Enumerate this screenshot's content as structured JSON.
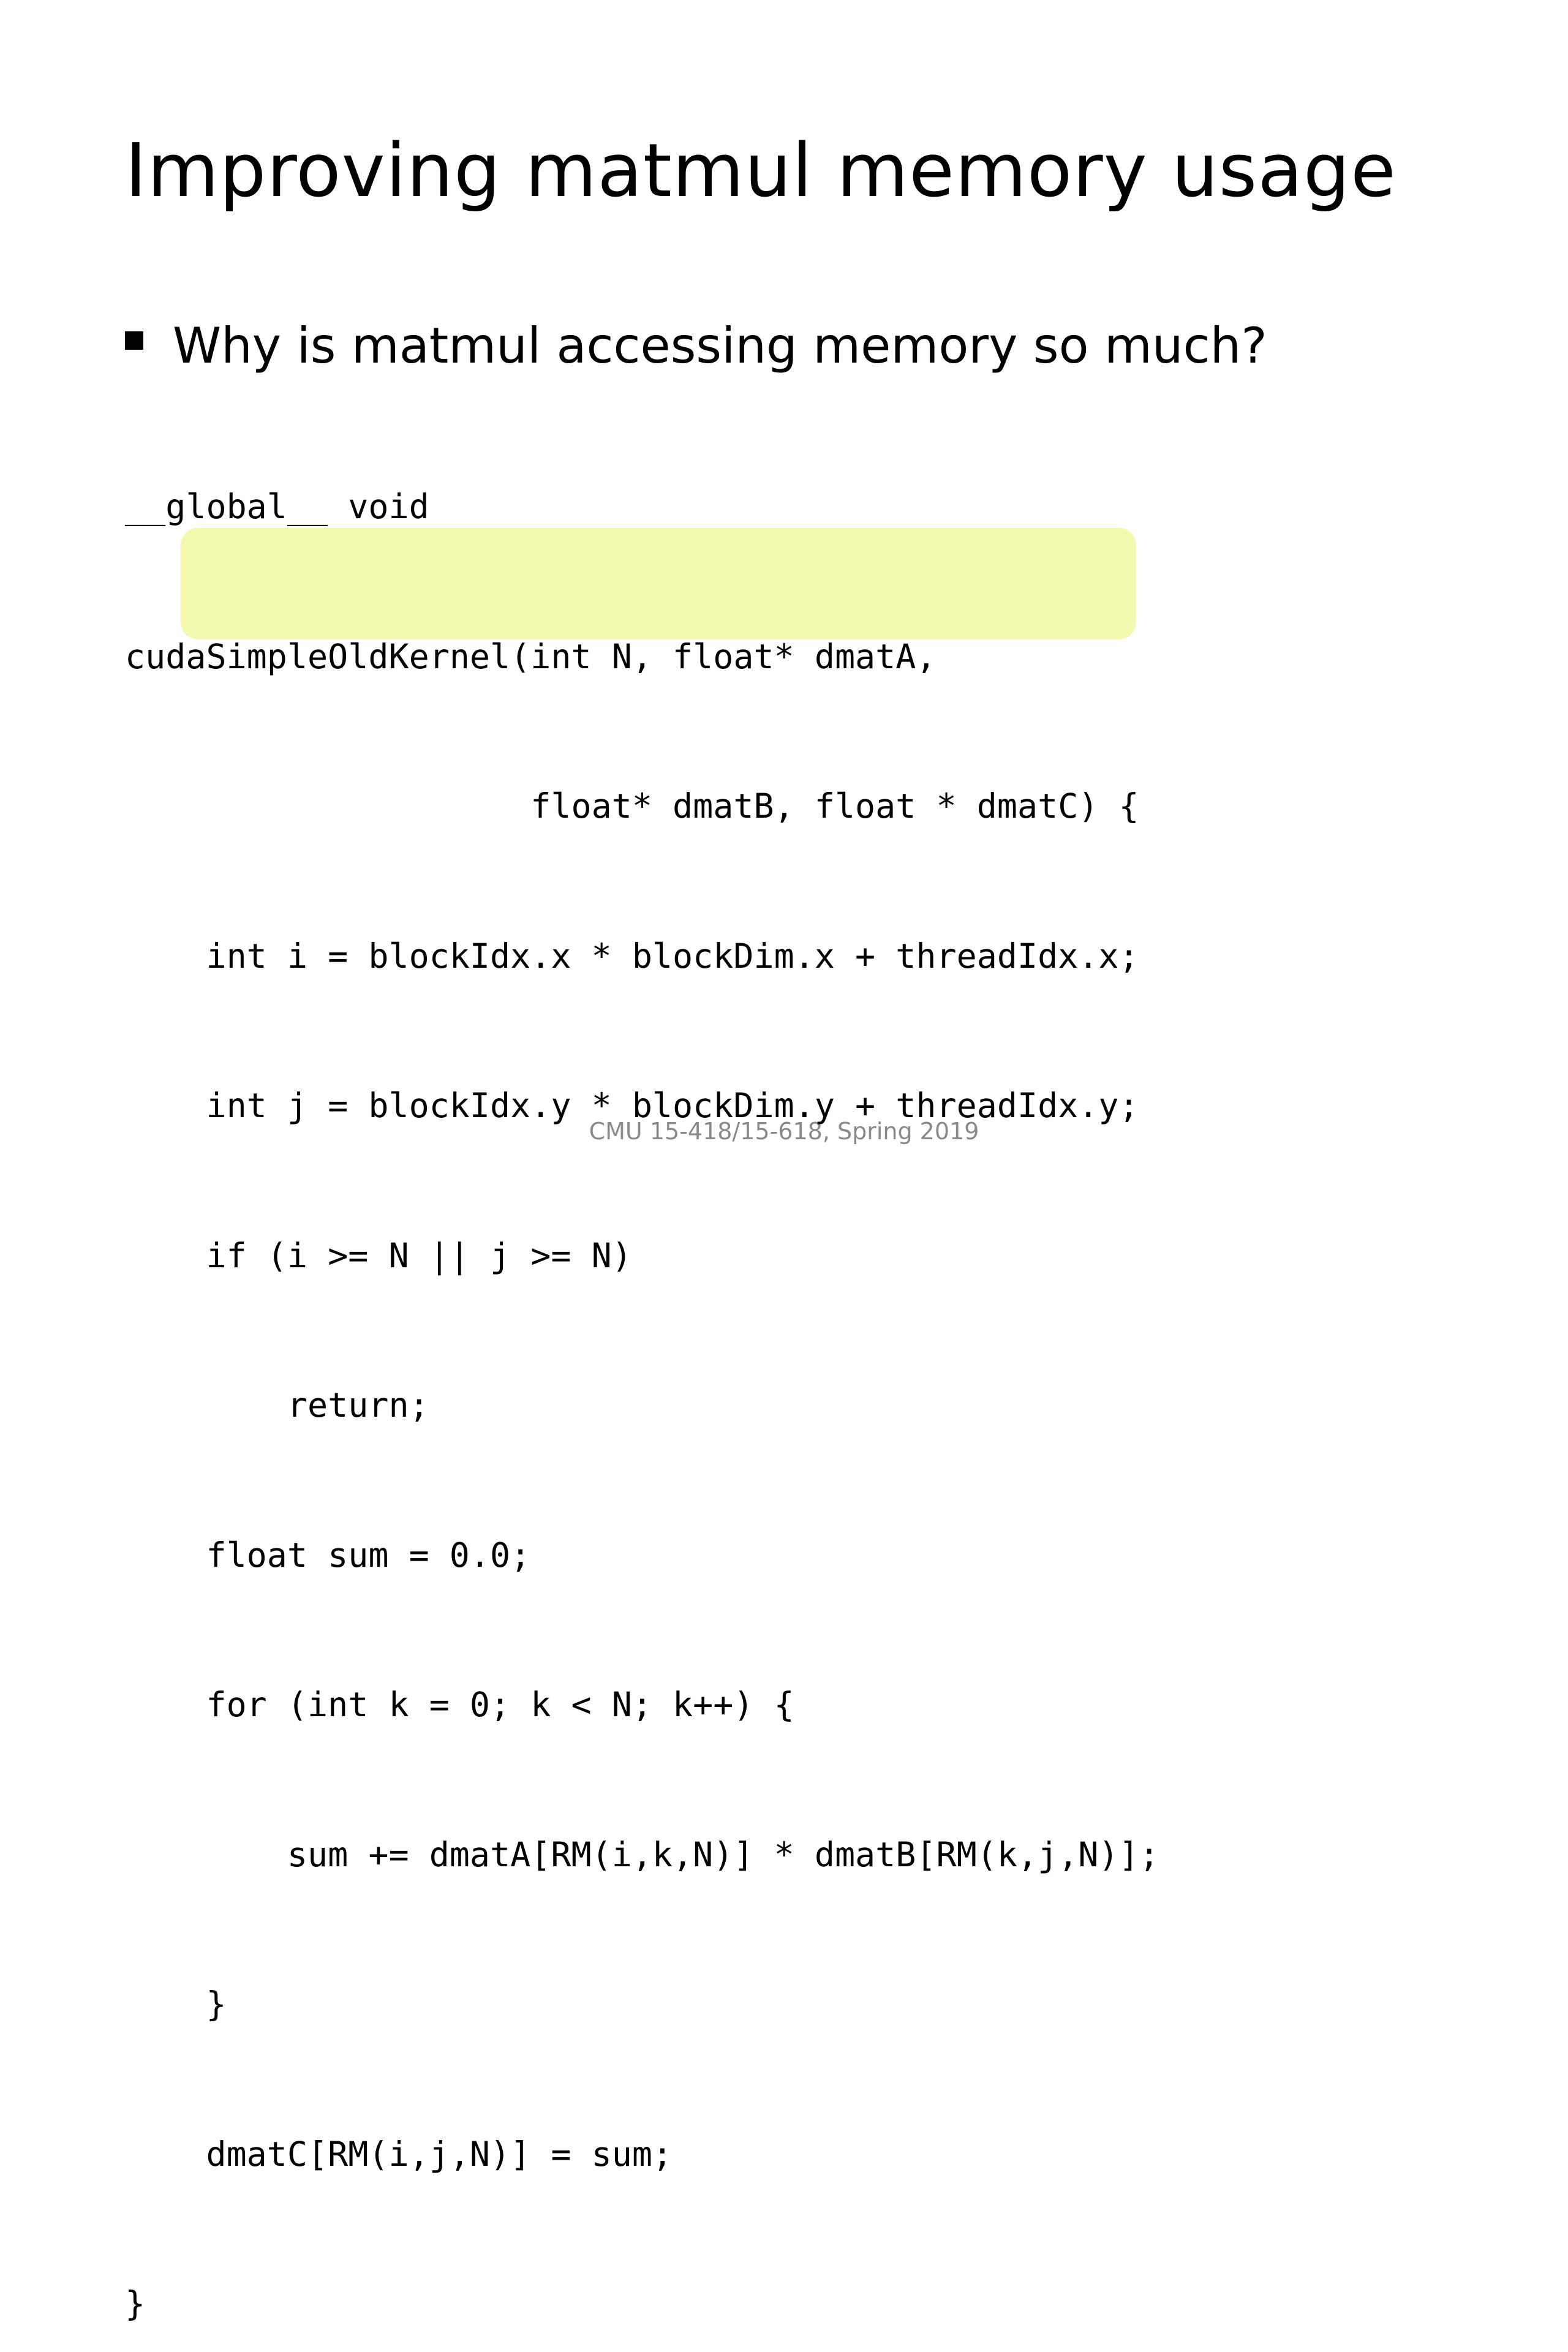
{
  "slide": {
    "title": "Improving matmul memory usage",
    "bullet": "Why is matmul accessing memory so much?",
    "code_lines": [
      "__global__ void",
      "cudaSimpleOldKernel(int N, float* dmatA,",
      "                    float* dmatB, float * dmatC) {",
      "    int i = blockIdx.x * blockDim.x + threadIdx.x;",
      "    int j = blockIdx.y * blockDim.y + threadIdx.y;",
      "    if (i >= N || j >= N)",
      "        return;",
      "    float sum = 0.0;",
      "    for (int k = 0; k < N; k++) {",
      "        sum += dmatA[RM(i,k,N)] * dmatB[RM(k,j,N)];",
      "    }",
      "    dmatC[RM(i,j,N)] = sum;",
      "}"
    ],
    "highlight_color": "#f4f9b0",
    "footer": "CMU 15-418/15-618, Spring 2019"
  }
}
